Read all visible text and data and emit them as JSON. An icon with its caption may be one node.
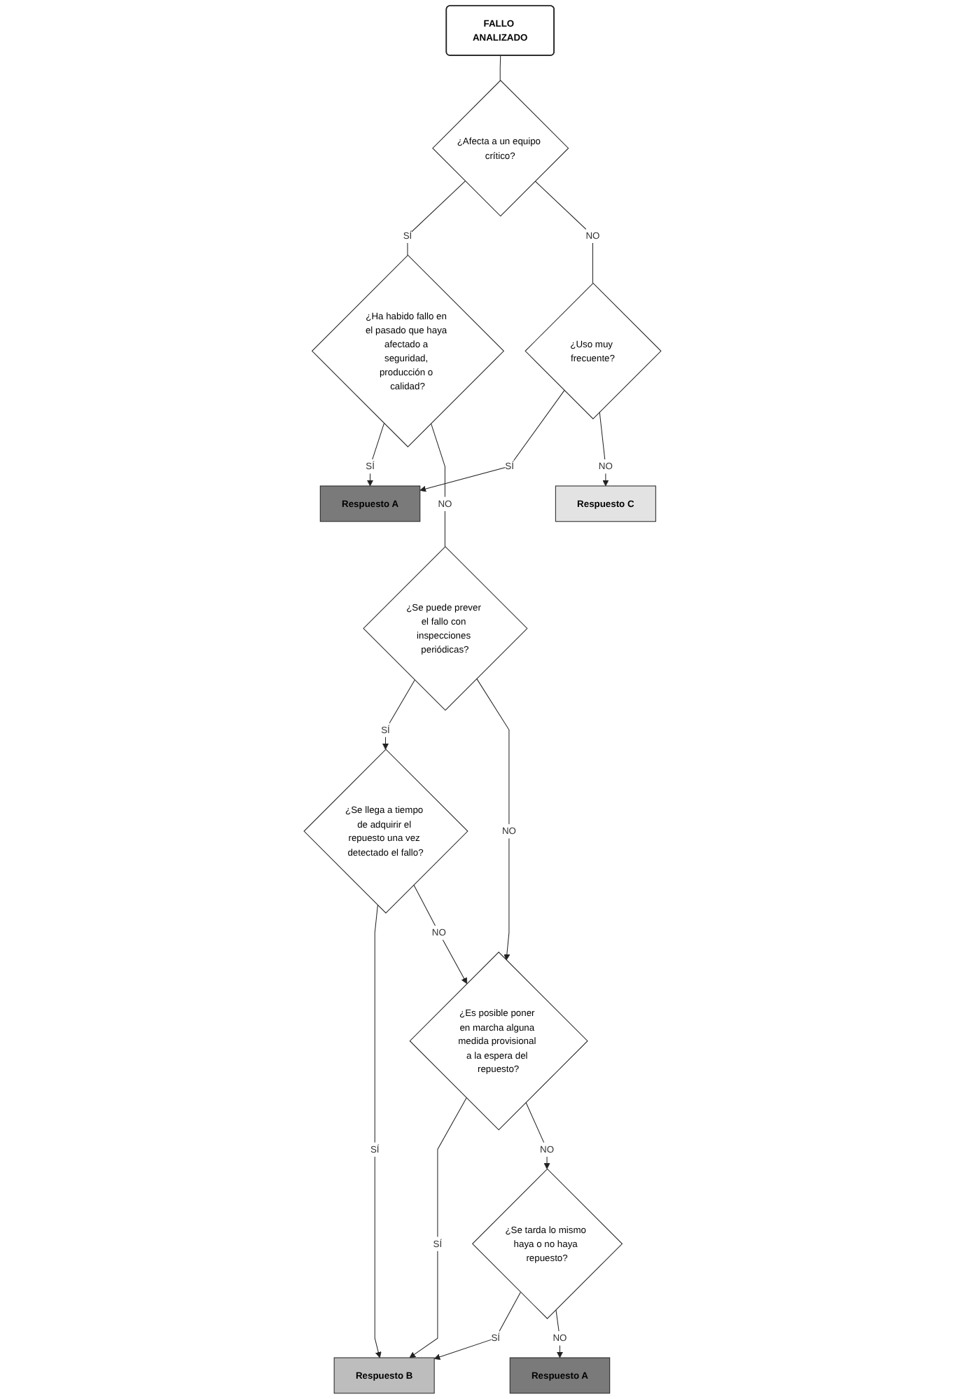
{
  "diagram": {
    "nodes": [
      {
        "text": [
          "FALLO ANALIZADO"
        ]
      },
      {
        "text": [
          "¿Afecta a un equipo crítico?"
        ]
      },
      {
        "text": [
          "¿Ha habido fallo en el pasado que haya afectado a seguridad, producción o calidad?"
        ]
      },
      {
        "text": [
          "¿Uso muy frecuente?"
        ]
      },
      {
        "text": [
          "Respuesto A"
        ]
      },
      {
        "text": [
          "Respuesto C"
        ]
      },
      {
        "text": [
          "¿Se puede prever el fallo con inspecciones periódicas?"
        ]
      },
      {
        "text": [
          "¿Se llega a tiempo de adquirir el repuesto una vez detectado el fallo?"
        ]
      },
      {
        "text": [
          "¿Es posible poner en marcha alguna medida provisional a la espera del repuesto?"
        ]
      },
      {
        "text": [
          "Respuesto B"
        ]
      },
      {
        "text": [
          "¿Se tarda lo mismo haya o no haya repuesto?"
        ]
      },
      {
        "text": [
          "Respuesto A"
        ]
      }
    ],
    "edges": [
      {
        "from": 0,
        "to": 1,
        "arrow": "none"
      },
      {
        "from": 1,
        "to": 2,
        "label": "SÍ",
        "arrow": "none"
      },
      {
        "from": 1,
        "to": 3,
        "label": "NO",
        "arrow": "none"
      },
      {
        "from": 2,
        "to": 4,
        "label": "SÍ",
        "arrow": "to"
      },
      {
        "from": 3,
        "to": 4,
        "label": "SÍ",
        "arrow": "to"
      },
      {
        "from": 3,
        "to": 5,
        "label": "NO",
        "arrow": "to"
      },
      {
        "from": 2,
        "to": 6,
        "label": "NO",
        "arrow": "none"
      },
      {
        "from": 6,
        "to": 7,
        "label": "SÍ",
        "arrow": "to"
      },
      {
        "from": 7,
        "to": 9,
        "label": "SÍ",
        "arrow": "to"
      },
      {
        "from": 6,
        "to": 8,
        "label": "NO",
        "arrow": "to"
      },
      {
        "from": 7,
        "to": 8,
        "label": "NO",
        "arrow": "to"
      },
      {
        "from": 8,
        "to": 9,
        "label": "SÍ",
        "arrow": "to"
      },
      {
        "from": 8,
        "to": 10,
        "label": "NO",
        "arrow": "to"
      },
      {
        "from": 10,
        "to": 9,
        "label": "SÍ",
        "arrow": "to"
      },
      {
        "from": 10,
        "to": 11,
        "label": "NO",
        "arrow": "to"
      }
    ]
  }
}
